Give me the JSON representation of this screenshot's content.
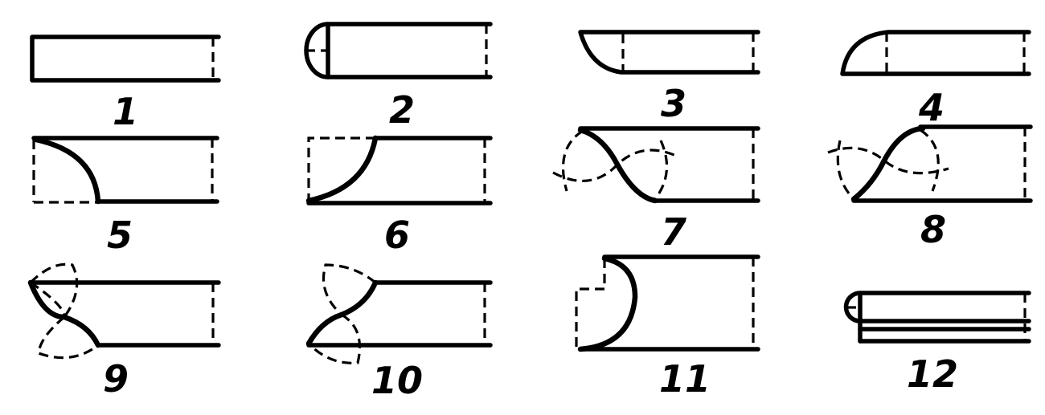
{
  "figure": {
    "labels": [
      "1",
      "2",
      "3",
      "4",
      "5",
      "6",
      "7",
      "8",
      "9",
      "10",
      "11",
      "12"
    ]
  }
}
